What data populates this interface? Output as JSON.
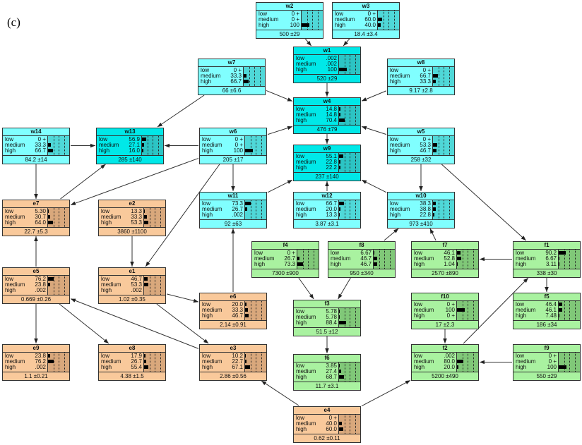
{
  "panel_label": "(c)",
  "state_names": [
    "low",
    "medium",
    "high"
  ],
  "colors": {
    "water": "#80ffff",
    "water_dark": "#00e8e8",
    "economic": "#f9c99b",
    "food": "#a9f2a0"
  },
  "nodes": [
    {
      "id": "w2",
      "group": "cyan",
      "values": [
        "0 +",
        "0 +",
        "100"
      ],
      "p": [
        0,
        0,
        100
      ],
      "expected": "500 ±29"
    },
    {
      "id": "w3",
      "group": "cyan",
      "values": [
        "0 +",
        "60.0",
        "40.0"
      ],
      "p": [
        0,
        60,
        40
      ],
      "expected": "18.4 ±3.4"
    },
    {
      "id": "w1",
      "group": "cyand",
      "values": [
        ".002",
        ".002",
        "100"
      ],
      "p": [
        0,
        0,
        100
      ],
      "expected": "520 ±29"
    },
    {
      "id": "w7",
      "group": "cyan",
      "values": [
        "0 +",
        "33.3",
        "66.7"
      ],
      "p": [
        0,
        33.3,
        66.7
      ],
      "expected": "66 ±6.6"
    },
    {
      "id": "w8",
      "group": "cyan",
      "values": [
        "0 +",
        "66.7",
        "33.3"
      ],
      "p": [
        0,
        66.7,
        33.3
      ],
      "expected": "9.17 ±2.8"
    },
    {
      "id": "w4",
      "group": "cyand",
      "values": [
        "14.8",
        "14.8",
        "70.4"
      ],
      "p": [
        14.8,
        14.8,
        70.4
      ],
      "expected": "476 ±79"
    },
    {
      "id": "w14",
      "group": "cyan",
      "values": [
        "0 +",
        "33.3",
        "66.7"
      ],
      "p": [
        0,
        33.3,
        66.7
      ],
      "expected": "84.2 ±14"
    },
    {
      "id": "w13",
      "group": "cyand",
      "values": [
        "56.9",
        "27.1",
        "16.0"
      ],
      "p": [
        56.9,
        27.1,
        16
      ],
      "expected": "285 ±140"
    },
    {
      "id": "w6",
      "group": "cyan",
      "values": [
        "0 +",
        "0 +",
        "100"
      ],
      "p": [
        0,
        0,
        100
      ],
      "expected": "205 ±17"
    },
    {
      "id": "w5",
      "group": "cyan",
      "values": [
        "0 +",
        "53.3",
        "46.7"
      ],
      "p": [
        0,
        53.3,
        46.7
      ],
      "expected": "258 ±32"
    },
    {
      "id": "w9",
      "group": "cyand",
      "values": [
        "55.1",
        "22.8",
        "22.2"
      ],
      "p": [
        55.1,
        22.8,
        22.2
      ],
      "expected": "237 ±140"
    },
    {
      "id": "e7",
      "group": "orange",
      "values": [
        "5.30",
        "30.7",
        "64.0"
      ],
      "p": [
        5.3,
        30.7,
        64
      ],
      "expected": "22.7 ±5.3"
    },
    {
      "id": "e2",
      "group": "orange",
      "values": [
        "13.3",
        "33.3",
        "53.3"
      ],
      "p": [
        13.3,
        33.3,
        53.3
      ],
      "expected": "3860 ±1100"
    },
    {
      "id": "w11",
      "group": "cyan",
      "values": [
        "73.3",
        "26.7",
        ".002"
      ],
      "p": [
        73.3,
        26.7,
        0
      ],
      "expected": "92 ±63"
    },
    {
      "id": "w12",
      "group": "cyan",
      "values": [
        "66.7",
        "20.0",
        "13.3"
      ],
      "p": [
        66.7,
        20,
        13.3
      ],
      "expected": "3.87 ±3.1"
    },
    {
      "id": "w10",
      "group": "cyan",
      "values": [
        "38.3",
        "38.8",
        "22.8"
      ],
      "p": [
        38.3,
        38.8,
        22.8
      ],
      "expected": "973 ±410"
    },
    {
      "id": "f4",
      "group": "green",
      "values": [
        "0 +",
        "26.7",
        "73.3"
      ],
      "p": [
        0,
        26.7,
        73.3
      ],
      "expected": "7300 ±900"
    },
    {
      "id": "f8",
      "group": "green",
      "values": [
        "6.67",
        "46.7",
        "46.7"
      ],
      "p": [
        6.67,
        46.7,
        46.7
      ],
      "expected": "950 ±340"
    },
    {
      "id": "f7",
      "group": "green",
      "values": [
        "46.1",
        "52.8",
        "1.04"
      ],
      "p": [
        46.1,
        52.8,
        1.04
      ],
      "expected": "2570 ±890"
    },
    {
      "id": "f1",
      "group": "green",
      "values": [
        "90.2",
        "6.67",
        "3.11"
      ],
      "p": [
        90.2,
        6.67,
        3.11
      ],
      "expected": "338 ±30"
    },
    {
      "id": "e5",
      "group": "orange",
      "values": [
        "76.2",
        "23.8",
        ".002"
      ],
      "p": [
        76.2,
        23.8,
        0
      ],
      "expected": "0.669 ±0.26"
    },
    {
      "id": "e1",
      "group": "orange",
      "values": [
        "46.7",
        "53.3",
        ".002"
      ],
      "p": [
        46.7,
        53.3,
        0
      ],
      "expected": "1.02 ±0.35"
    },
    {
      "id": "e6",
      "group": "orange",
      "values": [
        "20.0",
        "33.3",
        "46.7"
      ],
      "p": [
        20,
        33.3,
        46.7
      ],
      "expected": "2.14 ±0.91"
    },
    {
      "id": "f3",
      "group": "green",
      "values": [
        "5.78",
        "5.78",
        "88.4"
      ],
      "p": [
        5.78,
        5.78,
        88.4
      ],
      "expected": "51.5 ±12"
    },
    {
      "id": "f10",
      "group": "green",
      "values": [
        "0 +",
        "100",
        "0 +"
      ],
      "p": [
        0,
        100,
        0
      ],
      "expected": "17 ±2.3"
    },
    {
      "id": "f5",
      "group": "green",
      "values": [
        "46.4",
        "46.1",
        "7.48"
      ],
      "p": [
        46.4,
        46.1,
        7.48
      ],
      "expected": "186 ±34"
    },
    {
      "id": "e9",
      "group": "orange",
      "values": [
        "23.8",
        "76.2",
        ".002"
      ],
      "p": [
        23.8,
        76.2,
        0
      ],
      "expected": "1.1 ±0.21"
    },
    {
      "id": "e8",
      "group": "orange",
      "values": [
        "17.9",
        "26.7",
        "55.4"
      ],
      "p": [
        17.9,
        26.7,
        55.4
      ],
      "expected": "4.38 ±1.5"
    },
    {
      "id": "e3",
      "group": "orange",
      "values": [
        "10.2",
        "22.7",
        "67.1"
      ],
      "p": [
        10.2,
        22.7,
        67.1
      ],
      "expected": "2.86 ±0.56"
    },
    {
      "id": "f6",
      "group": "green",
      "values": [
        "3.85",
        "27.4",
        "68.7"
      ],
      "p": [
        3.85,
        27.4,
        68.7
      ],
      "expected": "11.7 ±3.1"
    },
    {
      "id": "f2",
      "group": "green",
      "values": [
        ".002",
        "80.0",
        "20.0"
      ],
      "p": [
        0,
        80,
        20
      ],
      "expected": "5200 ±490"
    },
    {
      "id": "f9",
      "group": "green",
      "values": [
        "0 +",
        "0 +",
        "100"
      ],
      "p": [
        0,
        0,
        100
      ],
      "expected": "550 ±29"
    },
    {
      "id": "e4",
      "group": "orange",
      "values": [
        "0 +",
        "40.0",
        "60.0"
      ],
      "p": [
        0,
        40,
        60
      ],
      "expected": "0.62 ±0.11"
    }
  ],
  "edges": [
    [
      "w2",
      "w1"
    ],
    [
      "w3",
      "w1"
    ],
    [
      "w1",
      "w4"
    ],
    [
      "w7",
      "w4"
    ],
    [
      "w8",
      "w4"
    ],
    [
      "w6",
      "w4"
    ],
    [
      "w5",
      "w4"
    ],
    [
      "w4",
      "w9"
    ],
    [
      "w7",
      "w13"
    ],
    [
      "w14",
      "w13"
    ],
    [
      "w6",
      "w13"
    ],
    [
      "e7",
      "w13"
    ],
    [
      "w14",
      "e7"
    ],
    [
      "w6",
      "e7"
    ],
    [
      "w6",
      "w11"
    ],
    [
      "w6",
      "e1"
    ],
    [
      "w11",
      "w9"
    ],
    [
      "w12",
      "w9"
    ],
    [
      "w10",
      "w9"
    ],
    [
      "w5",
      "w10"
    ],
    [
      "w5",
      "f1"
    ],
    [
      "e2",
      "e1"
    ],
    [
      "e5",
      "e7"
    ],
    [
      "e1",
      "e6"
    ],
    [
      "e6",
      "w11"
    ],
    [
      "e5",
      "e9"
    ],
    [
      "e5",
      "e8"
    ],
    [
      "e3",
      "e5"
    ],
    [
      "e1",
      "e3"
    ],
    [
      "e4",
      "e3"
    ],
    [
      "e4",
      "f2"
    ],
    [
      "f4",
      "f3"
    ],
    [
      "f8",
      "f3"
    ],
    [
      "f8",
      "w10"
    ],
    [
      "f7",
      "w10"
    ],
    [
      "f1",
      "f7"
    ],
    [
      "f1",
      "f5"
    ],
    [
      "f2",
      "f1"
    ],
    [
      "f10",
      "f2"
    ],
    [
      "f9",
      "f2"
    ],
    [
      "f3",
      "f6"
    ]
  ]
}
